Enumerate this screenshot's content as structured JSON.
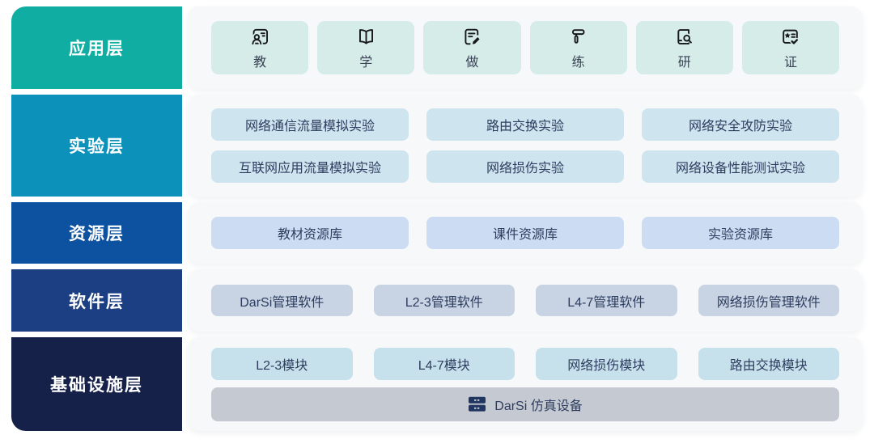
{
  "page": {
    "background": "#ffffff",
    "card_bg": "#f7f8fa",
    "item_text_color": "#2e3d5f"
  },
  "layers": [
    {
      "label": "应用层",
      "color": "#10aea2",
      "item_bg": "#d6ece9",
      "items": [
        {
          "label": "教",
          "icon": "teacher-board-icon"
        },
        {
          "label": "学",
          "icon": "open-book-icon"
        },
        {
          "label": "做",
          "icon": "note-pencil-icon"
        },
        {
          "label": "练",
          "icon": "paint-roller-icon"
        },
        {
          "label": "研",
          "icon": "book-search-icon"
        },
        {
          "label": "证",
          "icon": "certificate-check-icon"
        }
      ]
    },
    {
      "label": "实验层",
      "color": "#0c91ba",
      "item_bg": "#cee4ef",
      "items": [
        {
          "label": "网络通信流量模拟实验"
        },
        {
          "label": "路由交换实验"
        },
        {
          "label": "网络安全攻防实验"
        },
        {
          "label": "互联网应用流量模拟实验"
        },
        {
          "label": "网络损伤实验"
        },
        {
          "label": "网络设备性能测试实验"
        }
      ]
    },
    {
      "label": "资源层",
      "color": "#0d52a0",
      "item_bg": "#ccdcf2",
      "items": [
        {
          "label": "教材资源库"
        },
        {
          "label": "课件资源库"
        },
        {
          "label": "实验资源库"
        }
      ]
    },
    {
      "label": "软件层",
      "color": "#1c3e82",
      "item_bg": "#c8d3e3",
      "items": [
        {
          "label": "DarSi管理软件"
        },
        {
          "label": "L2-3管理软件"
        },
        {
          "label": "L4-7管理软件"
        },
        {
          "label": "网络损伤管理软件"
        }
      ]
    },
    {
      "label": "基础设施层",
      "color": "#152149",
      "item_bg": "#c6e1eb",
      "items": [
        {
          "label": "L2-3模块"
        },
        {
          "label": "L4-7模块"
        },
        {
          "label": "网络损伤模块"
        },
        {
          "label": "路由交换模块"
        }
      ],
      "device_bar": {
        "label": "DarSi 仿真设备",
        "icon": "server-stack-icon",
        "bg": "#c5cad2",
        "icon_color": "#20355f"
      }
    }
  ]
}
